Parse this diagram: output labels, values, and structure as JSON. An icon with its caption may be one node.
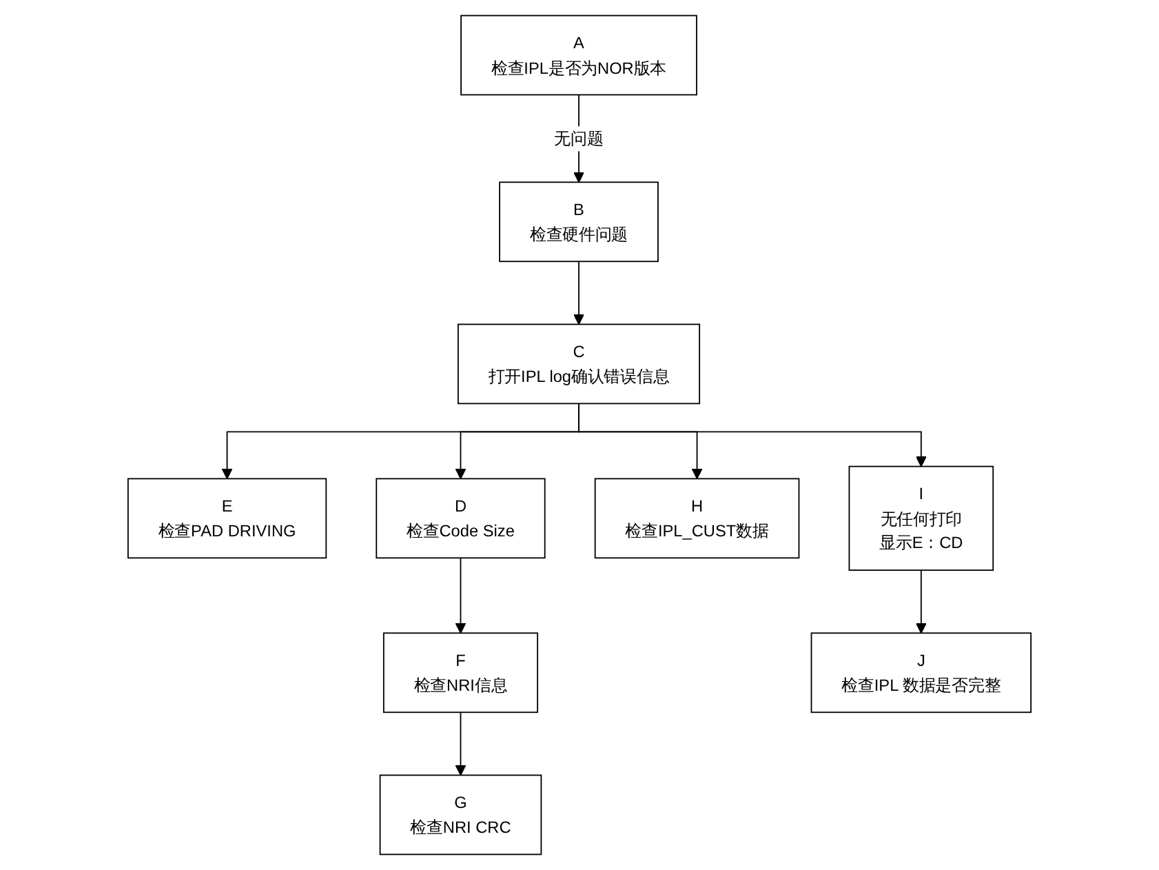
{
  "diagram": {
    "nodes": [
      {
        "text": [
          "A",
          "检查IPL是否为NOR版本"
        ]
      },
      {
        "text": [
          "B",
          "检查硬件问题"
        ]
      },
      {
        "text": [
          "C",
          "打开IPL log确认错误信息"
        ]
      },
      {
        "text": [
          "E",
          "检查PAD DRIVING"
        ]
      },
      {
        "text": [
          "D",
          "检查Code Size"
        ]
      },
      {
        "text": [
          "H",
          "检查IPL_CUST数据"
        ]
      },
      {
        "text": [
          "I",
          "无任何打印",
          "显示E：CD"
        ]
      },
      {
        "text": [
          "F",
          "检查NRI信息"
        ]
      },
      {
        "text": [
          "J",
          "检查IPL 数据是否完整"
        ]
      },
      {
        "text": [
          "G",
          "检查NRI CRC"
        ]
      }
    ],
    "edges": [
      {
        "from": 0,
        "to": 1,
        "arrow": "to",
        "label": "无问题"
      },
      {
        "from": 1,
        "to": 2,
        "arrow": "to"
      },
      {
        "from": 2,
        "to": 3,
        "arrow": "to"
      },
      {
        "from": 2,
        "to": 4,
        "arrow": "to"
      },
      {
        "from": 2,
        "to": 5,
        "arrow": "to"
      },
      {
        "from": 2,
        "to": 6,
        "arrow": "to"
      },
      {
        "from": 4,
        "to": 7,
        "arrow": "to"
      },
      {
        "from": 7,
        "to": 9,
        "arrow": "to"
      },
      {
        "from": 6,
        "to": 8,
        "arrow": "to"
      }
    ]
  }
}
